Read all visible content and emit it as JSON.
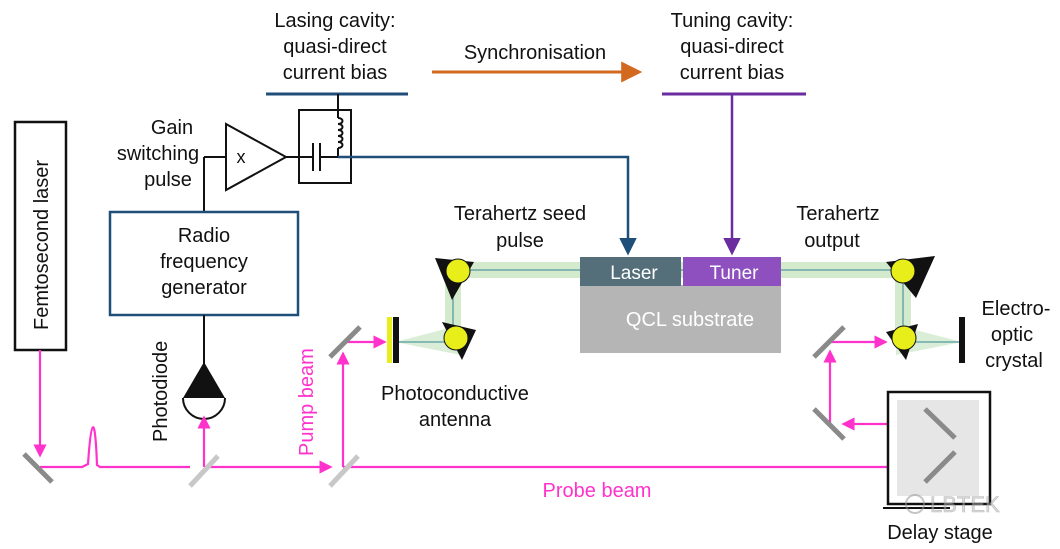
{
  "labels": {
    "lasing_cavity": [
      "Lasing cavity:",
      "quasi-direct",
      "current bias"
    ],
    "tuning_cavity": [
      "Tuning cavity:",
      "quasi-direct",
      "current bias"
    ],
    "synchronisation": "Synchronisation",
    "gain_switching": [
      "Gain",
      "switching",
      "pulse"
    ],
    "amplifier_symbol": "x",
    "rf_generator": [
      "Radio",
      "frequency",
      "generator"
    ],
    "femtosecond_laser": "Femtosecond laser",
    "photodiode": "Photodiode",
    "terahertz_seed": [
      "Terahertz seed",
      "pulse"
    ],
    "terahertz_output": [
      "Terahertz",
      "output"
    ],
    "laser": "Laser",
    "tuner": "Tuner",
    "qcl_substrate": "QCL substrate",
    "electro_optic": [
      "Electro-",
      "optic",
      "crystal"
    ],
    "photoconductive": [
      "Photoconductive",
      "antenna"
    ],
    "pump_beam": "Pump beam",
    "probe_beam": "Probe beam",
    "delay_stage": "Delay stage",
    "watermark": "LBTEK"
  },
  "colors": {
    "lasing_line": "#1f4e79",
    "tuning_line": "#6a2c9f",
    "sync_arrow": "#d2691e",
    "beam": "#ff33cc",
    "laser_block": "#546e7a",
    "tuner_block": "#8e4fbf",
    "substrate": "#b5b5b5",
    "thz_beam": "#cfe8c8",
    "mirror_ball": "#e8ee1a"
  }
}
